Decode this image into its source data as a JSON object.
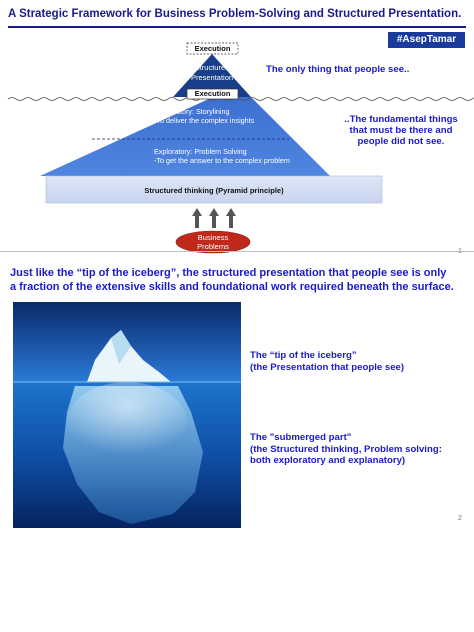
{
  "slide1": {
    "title": "A Strategic Framework for Business Problem-Solving and Structured Presentation.",
    "hashtag": "#AsepTamar",
    "pyramid": {
      "execution_top": "Execution",
      "structured_line1": "Structured",
      "structured_line2": "Presentation",
      "execution_mid": "Execution",
      "explanatory_line1": "Explanatory: Storylining",
      "explanatory_line2": "-To deliver the complex insights",
      "exploratory_line1": "Exploratory: Problem Solving",
      "exploratory_line2": "-To get the answer to the complex problem",
      "base": "Structured thinking (Pyramid principle)",
      "business_line1": "Business",
      "business_line2": "Problems"
    },
    "note_top": "The only thing that people see..",
    "note_bottom_line1": "..The fundamental things",
    "note_bottom_line2": "that must be there and",
    "note_bottom_line3": "people did not see.",
    "page_number": "1",
    "colors": {
      "title": "#1a1a8c",
      "pyramid_dark": "#1a3f8a",
      "pyramid_mid": "#3a6fd0",
      "base_fill": "#cfd9f2",
      "ellipse": "#c0281c"
    }
  },
  "slide2": {
    "headline_line1": "Just like the “tip of the iceberg”, the structured presentation that people see is only",
    "headline_line2": "a fraction of the extensive skills and foundational work required beneath the surface.",
    "tip_line1": "The “tip of the iceberg”",
    "tip_line2": "(the Presentation that people see)",
    "sub_line1": "The \"submerged part\"",
    "sub_line2": "(the Structured thinking, Problem solving:",
    "sub_line3": "both exploratory and explanatory)",
    "page_number": "2"
  }
}
